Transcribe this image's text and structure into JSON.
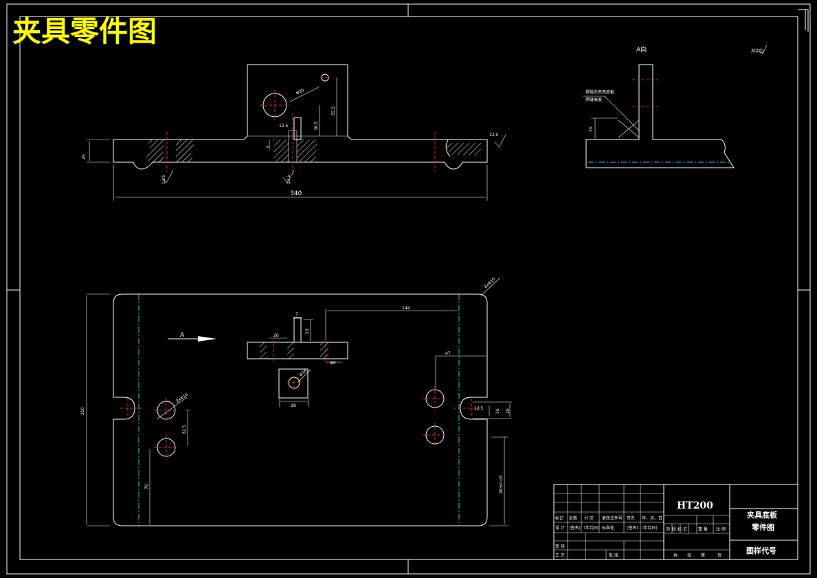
{
  "title": "夹具零件图",
  "view_label_a": "A向",
  "roughness_general": "其余",
  "arrow_label": "A",
  "weld_note_1": "焊接后夹具底板",
  "weld_note_2": "焊缝高度",
  "dims": {
    "d340": "340",
    "d25": "25",
    "d12_5_a": "12.5",
    "d12_5_b": "12.5",
    "d12_5_c": "12.5",
    "d12_5_d": "12.5",
    "d12_5_e": "12.5",
    "d3": "3",
    "d30_5": "30.5",
    "d55_5": "55.5",
    "phi20": "Φ20",
    "d20_side": "20",
    "d144": "144",
    "d4phi": "4xΦ10",
    "d210": "210",
    "d7": "7",
    "d20_top": "20",
    "d23": "23",
    "phi6": "Φ6",
    "phi18": "Φ18",
    "d28": "28",
    "d47": "47",
    "d2phi16": "2xΦ16",
    "d32_5": "32.5",
    "d70": "70",
    "d90": "90±0.03",
    "d16": "16",
    "d20_slot": "20"
  },
  "title_block": {
    "material": "HT200",
    "part_name_1": "夹具底板",
    "part_name_2": "零件图",
    "drawing_code": "图样代号",
    "row_labels": [
      "标记",
      "处数",
      "分 区",
      "更改文件号",
      "签名",
      "年、月、日"
    ],
    "design_row": [
      "设 计",
      "(签名)",
      "(年月日)",
      "标准化",
      "(签名)",
      "(年月日)"
    ],
    "stage_header": [
      "阶 段 标 记",
      "重 量",
      "比 例"
    ],
    "check_label": "审 核",
    "process_label": "工 艺",
    "approve_label": "批 准",
    "sheet_info": [
      "共",
      "张",
      "第",
      "页"
    ]
  }
}
